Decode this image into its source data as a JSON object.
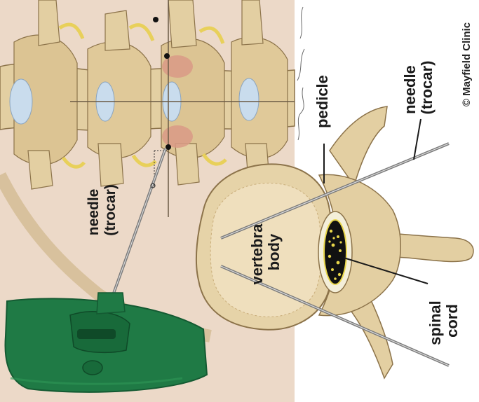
{
  "labels": {
    "needle_left": [
      "needle",
      "(trocar)"
    ],
    "vertebra_body": [
      "vertebra",
      "body"
    ],
    "pedicle": "pedicle",
    "needle_right": [
      "needle",
      "(trocar)"
    ],
    "spinal_cord": [
      "spinal",
      "cord"
    ],
    "copyright": "© Mayfield Clinic"
  },
  "colors": {
    "skin_background": "#ecd9c8",
    "bone": "#e3cfa2",
    "bone_shadow": "#c9ad7a",
    "bone_outline": "#8c734a",
    "disc": "#c9dced",
    "highlight_red": "#d99a86",
    "device_green": "#1f7a45",
    "device_dark": "#145a32",
    "needle_gray": "#8a8a8a",
    "cord_yellow": "#e8d64a",
    "text": "#1a1a1a"
  }
}
